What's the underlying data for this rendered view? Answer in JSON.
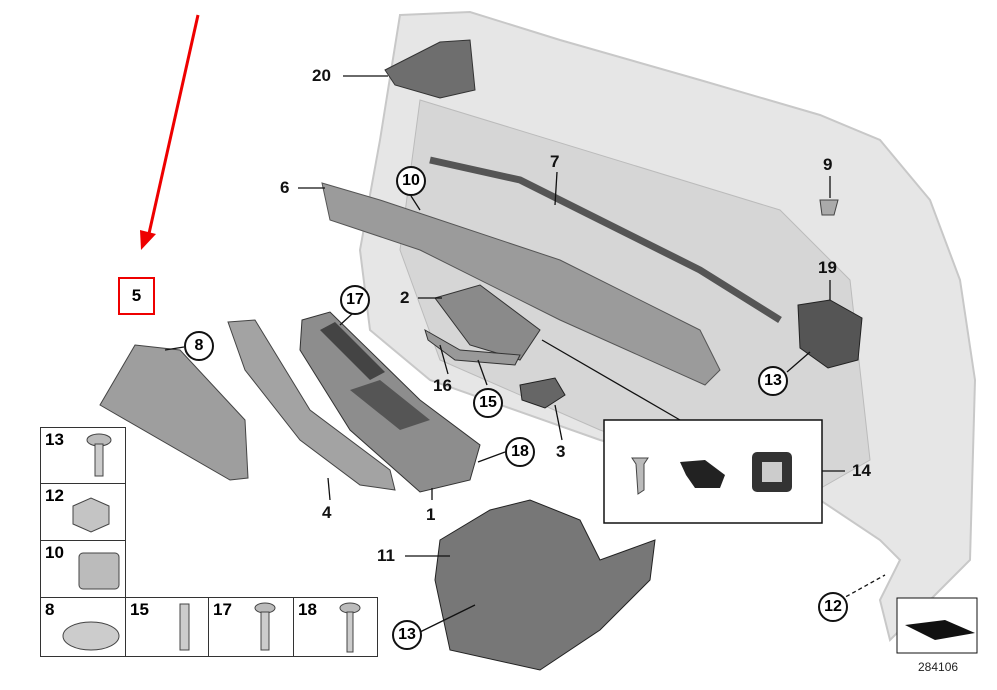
{
  "diagram_id": "284106",
  "highlighted_part": "5",
  "callouts": {
    "p20": "20",
    "p6": "6",
    "p10": "10",
    "p7": "7",
    "p9": "9",
    "p19": "19",
    "p13a": "13",
    "p17": "17",
    "p2": "2",
    "p5": "5",
    "p8": "8",
    "p16": "16",
    "p15": "15",
    "p3": "3",
    "p18": "18",
    "p4": "4",
    "p1": "1",
    "p14": "14",
    "p11": "11",
    "p12": "12",
    "p13b": "13"
  },
  "fastener_grid": [
    {
      "part": "13",
      "icon": "screw-icon"
    },
    {
      "part": "12",
      "icon": "nut-icon"
    },
    {
      "part": "10",
      "icon": "clip-icon"
    },
    {
      "part": "8",
      "icon": "speed-nut-icon"
    },
    {
      "part": "15",
      "icon": "pin-icon"
    },
    {
      "part": "17",
      "icon": "screw-icon"
    },
    {
      "part": "18",
      "icon": "screw-icon"
    }
  ],
  "colors": {
    "highlight": "#e00000",
    "part_gray": "#9a9a9a",
    "door_gray": "#dcdcdc"
  }
}
